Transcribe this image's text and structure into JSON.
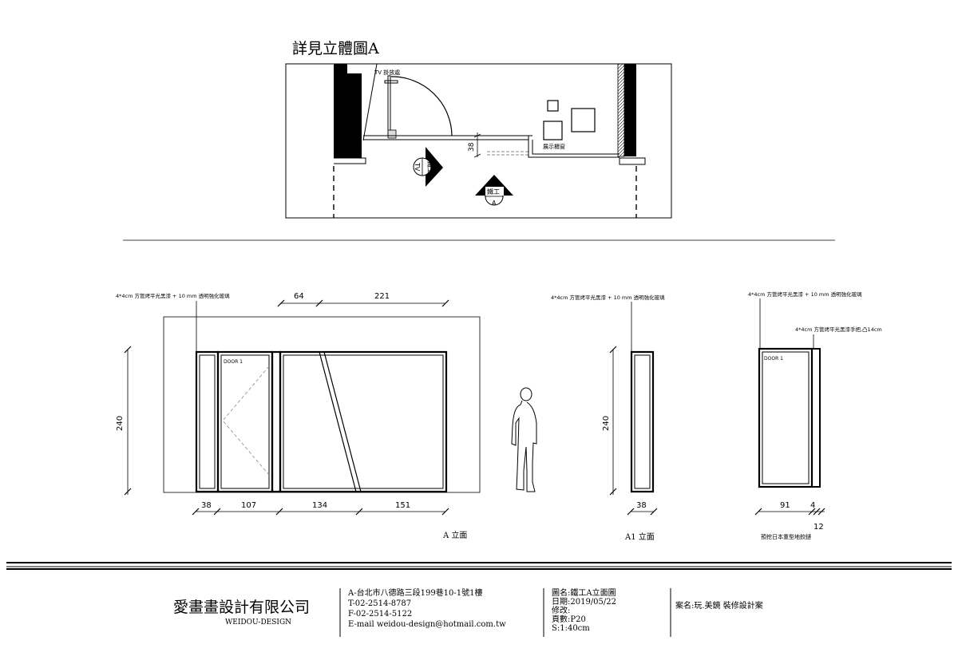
{
  "plan": {
    "title": "詳見立體圖A",
    "tv_label": "TV 掛放處",
    "dim_38": "38",
    "display_label": "展示櫃窗",
    "marker_tv": {
      "top": "鐵工",
      "bottom": "TV"
    },
    "marker_a": {
      "top": "鐵工",
      "bottom": "A"
    }
  },
  "elev_a": {
    "note": "4*4cm 方管烤平光黑漆 + 10 mm 透明強化玻璃",
    "dim_top": [
      "64",
      "221"
    ],
    "dim_height": "240",
    "dim_bottom": [
      "38",
      "107",
      "134",
      "151"
    ],
    "door_tag": "DOOR 1",
    "title": "A 立面"
  },
  "elev_a1": {
    "note": "4*4cm 方管烤平光黑漆 + 10 mm 透明強化玻璃",
    "dim_height": "240",
    "dim_bottom": "38",
    "title": "A1 立面"
  },
  "elev_door": {
    "note1": "4*4cm 方管烤平光黑漆 + 10 mm 透明強化玻璃",
    "note2": "4*4cm 方管烤平光黑漆手把,凸14cm",
    "door_tag": "DOOR 1",
    "dim_bottom": [
      "91",
      "4",
      "12"
    ],
    "caption": "預挖日本重型地鉸鏈"
  },
  "title_block": {
    "company": "愛畫畫設計有限公司",
    "company_en": "WEIDOU-DESIGN",
    "address": "A-台北市八德路三段199巷10-1號1樓",
    "tel": "T-02-2514-8787",
    "fax": "F-02-2514-5122",
    "email": "E-mail  weidou-design@hotmail.com.tw",
    "drawing_name": "圖名:鐵工A立面圖",
    "date": "日期:2019/05/22",
    "revision": "修改:",
    "page": "頁數:P20",
    "scale": "S:1:40cm",
    "project": "案名:玩.美鏡 裝修設計案"
  }
}
